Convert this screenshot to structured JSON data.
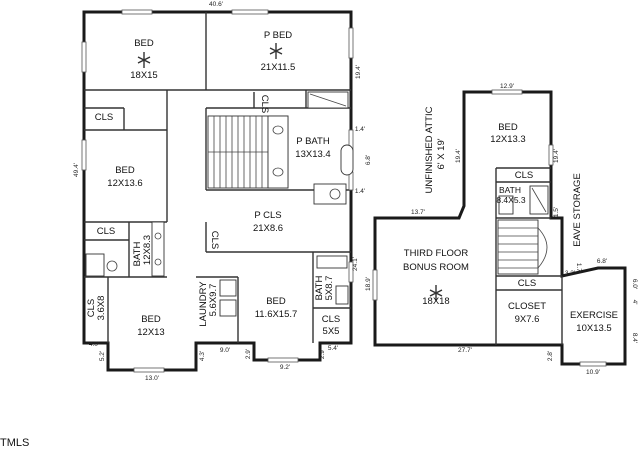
{
  "rooms": {
    "bed_top_left": {
      "name": "BED",
      "size": "18X15"
    },
    "p_bed": {
      "name": "P BED",
      "size": "21X11.5"
    },
    "bed_left_mid": {
      "name": "BED",
      "size": "12X13.6"
    },
    "p_bath": {
      "name": "P BATH",
      "size": "13X13.4"
    },
    "p_cls": {
      "name": "P CLS",
      "size": "21X8.6"
    },
    "bath_left": {
      "name": "BATH",
      "size": "12X8.3"
    },
    "cls_left": {
      "name": "CLS",
      "size": "3.6X8"
    },
    "bed_bottom_left": {
      "name": "BED",
      "size": "12X13"
    },
    "laundry": {
      "name": "LAUNDRY",
      "size": "5.6X9.7"
    },
    "bed_bottom_mid": {
      "name": "BED",
      "size": "11.6X15.7"
    },
    "bath_mid": {
      "name": "BATH",
      "size": "5X8.7"
    },
    "cls_mid": {
      "name": "CLS",
      "size": "5X5"
    },
    "bonus_room": {
      "line1": "THIRD FLOOR",
      "line2": "BONUS ROOM",
      "size": "18X18"
    },
    "attic": {
      "line1": "UNFINISHED ATTIC",
      "size": "6' X 19'"
    },
    "bed_right": {
      "name": "BED",
      "size": "12X13.3"
    },
    "bath_right": {
      "name": "BATH",
      "size": "8.4X5.3"
    },
    "closet": {
      "name": "CLOSET",
      "size": "9X7.6"
    },
    "exercise": {
      "name": "EXERCISE",
      "size": "10X13.5"
    },
    "eave": {
      "name": "EAVE STORAGE"
    }
  },
  "closets": {
    "cls1": "CLS",
    "cls2": "CLS",
    "cls3": "CLS",
    "cls4": "CLS",
    "cls5": "CLS",
    "cls6": "CLS"
  },
  "dimensions": {
    "d_top": "40.6'",
    "d_left": "49.4'",
    "d_right_top": "19.4'",
    "d_1_4a": "1.4'",
    "d_6_8": "6.8'",
    "d_1_4b": "1.4'",
    "d_24_1": "24.1'",
    "d_4_0": "4.0'",
    "d_5_2": "5.2'",
    "d_13_0": "13.0'",
    "d_4_3": "4.3'",
    "d_9_0": "9.0'",
    "d_2_9a": "2.9'",
    "d_9_2": "9.2'",
    "d_2_9b": "2.9'",
    "d_5_4": "5.4'",
    "d_13_7": "13.7'",
    "d_18_9": "18.9'",
    "d_27_7": "27.7'",
    "d_12_9": "12.9'",
    "d_19_4a": "19.4'",
    "d_19_4b": "19.4'",
    "d_1_5": "1.5'",
    "d_3_3": "3.3'",
    "d_1_7": "1.7'",
    "d_6_8b": "6.8'",
    "d_6_0": "6.0'",
    "d_4": "4'",
    "d_8_4": "8.4'",
    "d_10_9": "10.9'",
    "d_2_8": "2.8'"
  },
  "brand": "TMLS"
}
